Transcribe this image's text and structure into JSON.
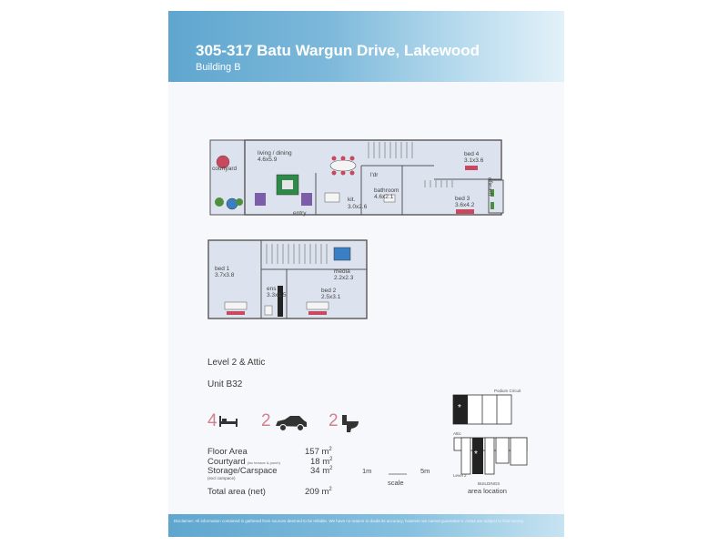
{
  "header": {
    "title": "305-317 Batu Wargun Drive, Lakewood",
    "subtitle": "Building B"
  },
  "plan_labels": {
    "courtyard": "courtyard",
    "living_dining": "living / dining",
    "living_dim": "4.6x5.9",
    "kit": "kit.",
    "kit_dim": "3.0x2.6",
    "bathroom": "bathroom",
    "bath_dim": "4.6x2.1",
    "ldr": "l'dr",
    "bed4": "bed 4",
    "bed4_dim": "3.1x3.6",
    "bed3": "bed 3",
    "bed3_dim": "3.6x4.2",
    "entry": "entry",
    "garage": "garage",
    "bed1": "bed 1",
    "bed1_dim": "3.7x3.8",
    "media": "media",
    "media_dim": "2.2x2.3",
    "ens": "ens",
    "ens_dim": "3.3x1.5",
    "bed2": "bed 2",
    "bed2_dim": "2.5x3.1"
  },
  "level": "Level 2 & Attic",
  "unit": "Unit B32",
  "icons": {
    "bedrooms": "4",
    "car_spaces": "2",
    "toilets": "2",
    "accent": "#d28090"
  },
  "specs": {
    "floor_area_label": "Floor Area",
    "floor_area_value": "157",
    "courtyard_label": "Courtyard",
    "courtyard_note": "(inc terrace & porch)",
    "courtyard_value": "18",
    "storage_label": "Storage/Carspace",
    "storage_note": "(excl carspace)",
    "storage_value": "34",
    "total_label": "Total area (net)",
    "total_value": "209",
    "unit_label": "m"
  },
  "scale": {
    "left": "1m",
    "right": "5m",
    "label": "scale"
  },
  "key_map": {
    "top_label": "Podium Circuit",
    "attic_label": "Attic",
    "level_label": "Level 2",
    "buildings_label": "BUILDINGS",
    "area_location": "area location",
    "marker": "*"
  },
  "footer": {
    "disclaimer": "Disclaimer: All information contained is gathered from sources deemed to be reliable. We have no reason to doubt its accuracy, however we cannot guarantee it. Areas are subject to final survey."
  },
  "colors": {
    "header_blue": "#5fa6cf",
    "plan_fill": "#dde3ee",
    "wall": "#555555"
  }
}
